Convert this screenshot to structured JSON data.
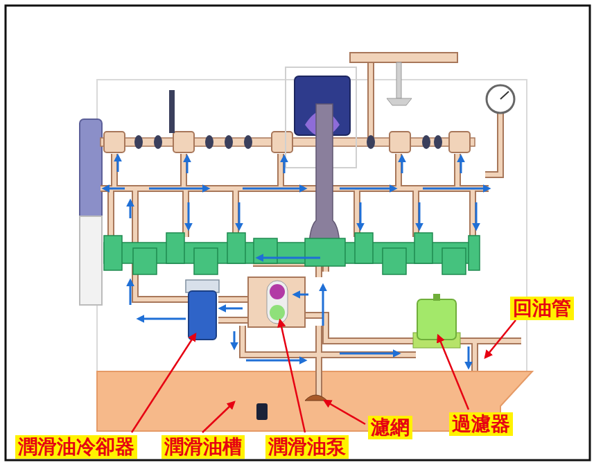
{
  "diagram": {
    "nodes": [
      {
        "text": [
          "回油管"
        ]
      },
      {
        "text": [
          "濾網"
        ]
      },
      {
        "text": [
          "過濾器"
        ]
      },
      {
        "text": [
          "潤滑油冷卻器"
        ]
      },
      {
        "text": [
          "潤滑油槽"
        ]
      },
      {
        "text": [
          "潤滑油泵"
        ]
      }
    ]
  }
}
